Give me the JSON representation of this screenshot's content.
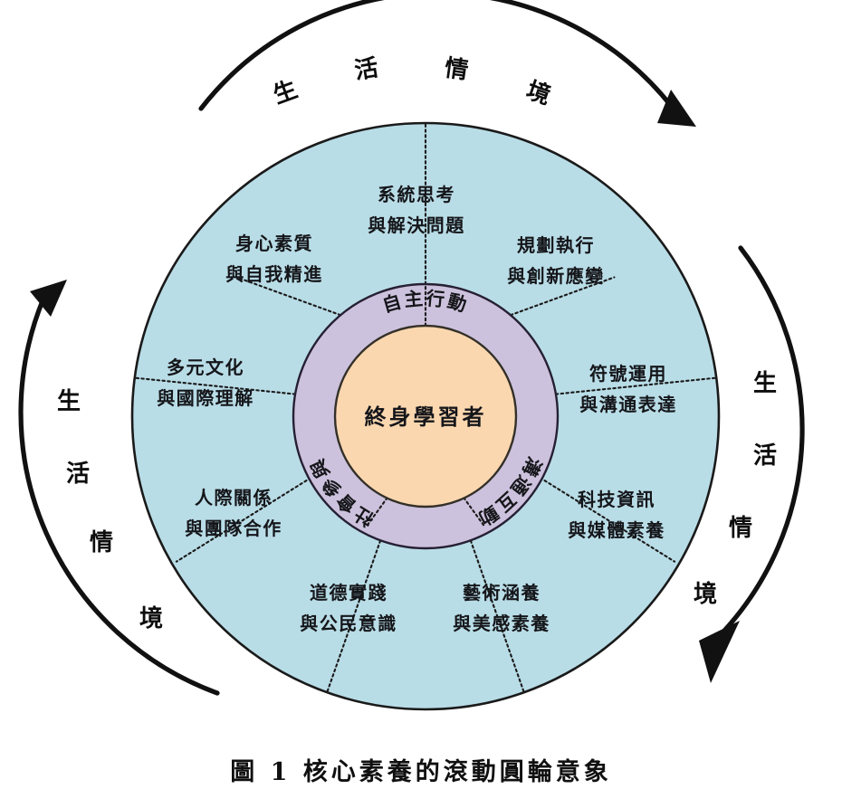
{
  "figure": {
    "caption": "圖 1  核心素養的滾動圓輪意象",
    "core": {
      "label": "終身學習者",
      "color": "#fbd7b0"
    },
    "middle_ring": {
      "color": "#cdc2dd",
      "items": [
        {
          "id": "autonomous-action",
          "label": "自主行動",
          "position": "top"
        },
        {
          "id": "social-participation",
          "label": "社會參與",
          "position": "lower-left"
        },
        {
          "id": "communication-interaction",
          "label": "溝通互動",
          "position": "lower-right"
        }
      ]
    },
    "outer_ring": {
      "color": "#b9dde7",
      "segments": [
        {
          "id": "systems-thinking",
          "line1": "系統思考",
          "line2": "與解決問題"
        },
        {
          "id": "planning-execution",
          "line1": "規劃執行",
          "line2": "與創新應變"
        },
        {
          "id": "symbol-use",
          "line1": "符號運用",
          "line2": "與溝通表達"
        },
        {
          "id": "tech-information",
          "line1": "科技資訊",
          "line2": "與媒體素養"
        },
        {
          "id": "artistic-cultivation",
          "line1": "藝術涵養",
          "line2": "與美感素養"
        },
        {
          "id": "moral-practice",
          "line1": "道德實踐",
          "line2": "與公民意識"
        },
        {
          "id": "interpersonal-relations",
          "line1": "人際關係",
          "line2": "與團隊合作"
        },
        {
          "id": "multiculturalism",
          "line1": "多元文化",
          "line2": "與國際理解"
        },
        {
          "id": "physical-mental-quality",
          "line1": "身心素質",
          "line2": "與自我精進"
        }
      ]
    },
    "context_arcs": {
      "label": "生活情境",
      "chars": [
        "生",
        "活",
        "情",
        "境"
      ],
      "arcs": [
        {
          "id": "top-arc",
          "direction": "clockwise"
        },
        {
          "id": "right-arc",
          "direction": "clockwise"
        },
        {
          "id": "left-arc",
          "direction": "counter-clockwise"
        }
      ]
    }
  }
}
